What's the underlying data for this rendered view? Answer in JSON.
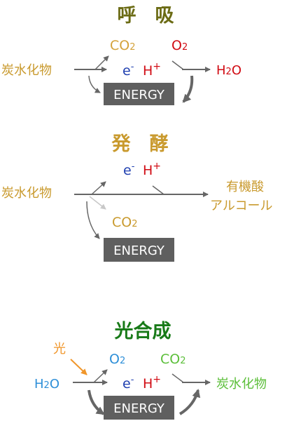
{
  "colors": {
    "arrow": "#666666",
    "arrow_light": "#c8c8c8",
    "energy_box": "#5f5f5f",
    "energy_text": "#ffffff",
    "electron": "#1f3fb0",
    "proton": "#d10c14",
    "respiration_title": "#6b6b14",
    "fermentation_title": "#c99a2e",
    "carbohydrate": "#c99a2e",
    "co2_respiration": "#d4a23a",
    "o2_respiration": "#d10c14",
    "h2o_respiration": "#d10c14",
    "photosynthesis_title": "#187a18",
    "light": "#f0962a",
    "h2o_photo": "#2e8fd8",
    "o2_photo": "#2e8fd8",
    "co2_photo": "#5cbf3a",
    "carb_photo": "#5cbf3a"
  },
  "respiration": {
    "title": "呼　吸",
    "input": "炭水化物",
    "co2": "CO",
    "co2_sub": "2",
    "o2": "O",
    "o2_sub": "2",
    "electron": "e",
    "electron_sup": "-",
    "proton": "H",
    "proton_sup": "+",
    "product": "H",
    "product_sub": "2",
    "product_end": "O",
    "energy": "ENERGY"
  },
  "fermentation": {
    "title": "発　酵",
    "input": "炭水化物",
    "co2": "CO",
    "co2_sub": "2",
    "electron": "e",
    "electron_sup": "-",
    "proton": "H",
    "proton_sup": "+",
    "product_line1": "有機酸",
    "product_line2": "アルコール",
    "energy": "ENERGY"
  },
  "photosynthesis": {
    "title": "光合成",
    "light": "光",
    "input": "H",
    "input_sub": "2",
    "input_end": "O",
    "o2": "O",
    "o2_sub": "2",
    "co2": "CO",
    "co2_sub": "2",
    "electron": "e",
    "electron_sup": "-",
    "proton": "H",
    "proton_sup": "+",
    "product": "炭水化物",
    "energy": "ENERGY"
  }
}
